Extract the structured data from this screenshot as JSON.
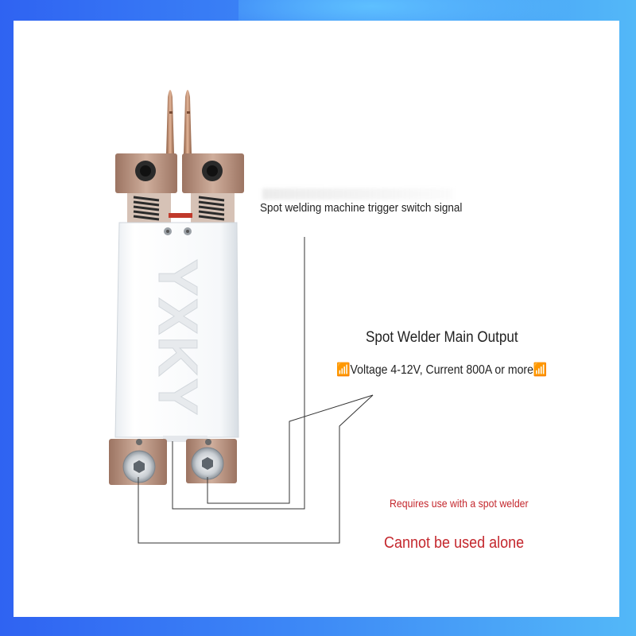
{
  "product": {
    "brand_mark": "YXKY"
  },
  "labels": {
    "trigger_signal": "Spot welding machine trigger switch signal",
    "main_output_title": "Spot Welder Main Output",
    "main_output_spec": "📶Voltage 4-12V, Current 800A or more📶",
    "requirement": "Requires use with a spot welder",
    "warning": "Cannot be used alone"
  },
  "colors": {
    "background_blue": "#2f63f2",
    "panel": "#ffffff",
    "copper": "#b48a72",
    "warning_red": "#c4272d"
  }
}
